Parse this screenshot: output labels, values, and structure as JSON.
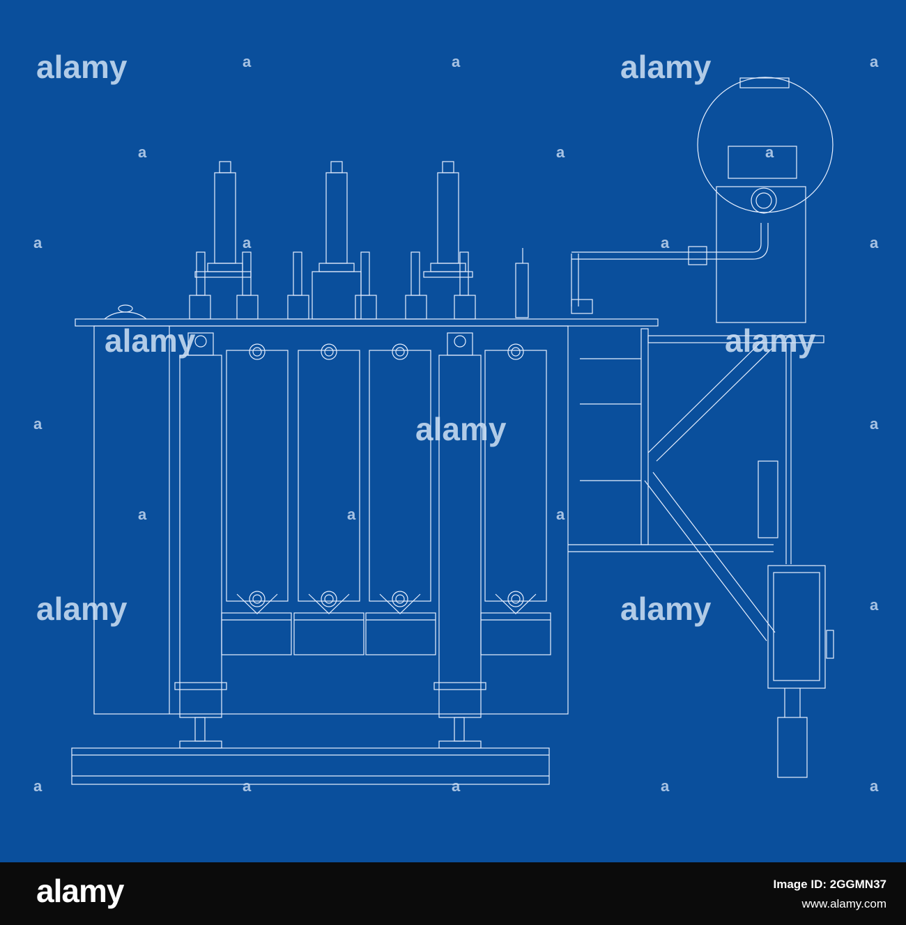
{
  "diagram": {
    "subject": "oil-filled power transformer wireframe",
    "background_color": "#0a4f9c",
    "line_color": "#e8f0ff",
    "watermark_text": "alamy"
  },
  "footer": {
    "brand": "alamy",
    "image_id": "Image ID: 2GGMN37",
    "site": "www.alamy.com",
    "background_color": "#0b0b0b"
  }
}
